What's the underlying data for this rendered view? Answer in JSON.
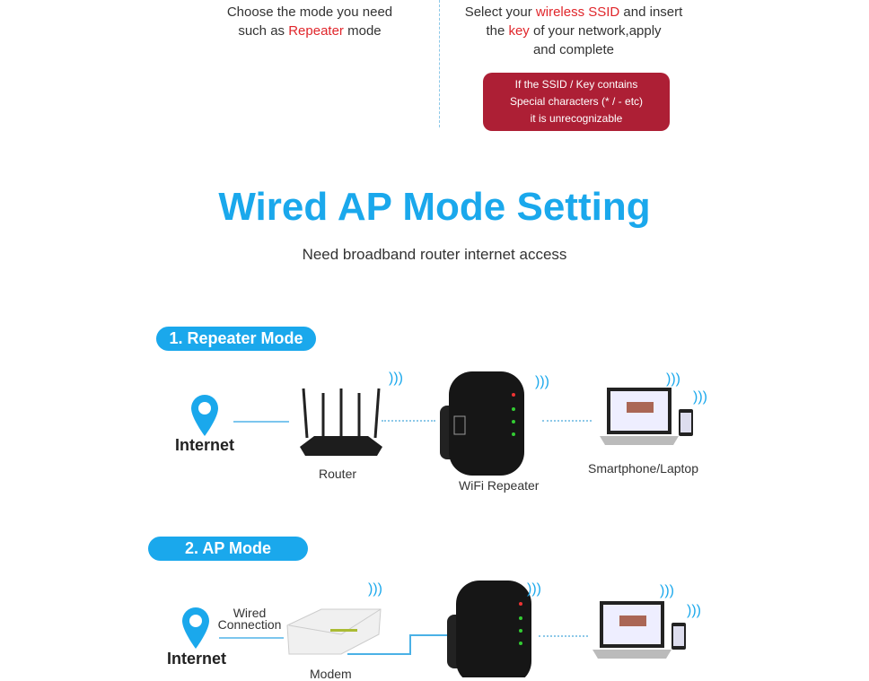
{
  "steps": {
    "left": {
      "line1": "Choose the mode you need",
      "line2_pre": "such as ",
      "line2_red": "Repeater",
      "line2_post": " mode"
    },
    "right": {
      "l1_pre": "Select your ",
      "l1_red": "wireless SSID",
      "l1_post": " and insert",
      "l2_pre": "the ",
      "l2_red": "key",
      "l2_post": " of your network,apply",
      "l3": "and complete"
    },
    "warning": [
      "If the SSID / Key contains",
      "Special characters (* / - etc)",
      "it is unrecognizable"
    ]
  },
  "section": {
    "title": "Wired AP Mode Setting",
    "subtitle": "Need broadband router internet access"
  },
  "modes": [
    {
      "label": "1. Repeater Mode",
      "internet": "Internet",
      "router": "Router",
      "repeater": "WiFi Repeater",
      "clients": "Smartphone/Laptop"
    },
    {
      "label": "2. AP Mode",
      "internet": "Internet",
      "wired": "Wired Connection",
      "modem": "Modem"
    }
  ],
  "colors": {
    "accent": "#1aa8ec",
    "warning": "#ad1f35",
    "highlight": "#e0262b"
  }
}
